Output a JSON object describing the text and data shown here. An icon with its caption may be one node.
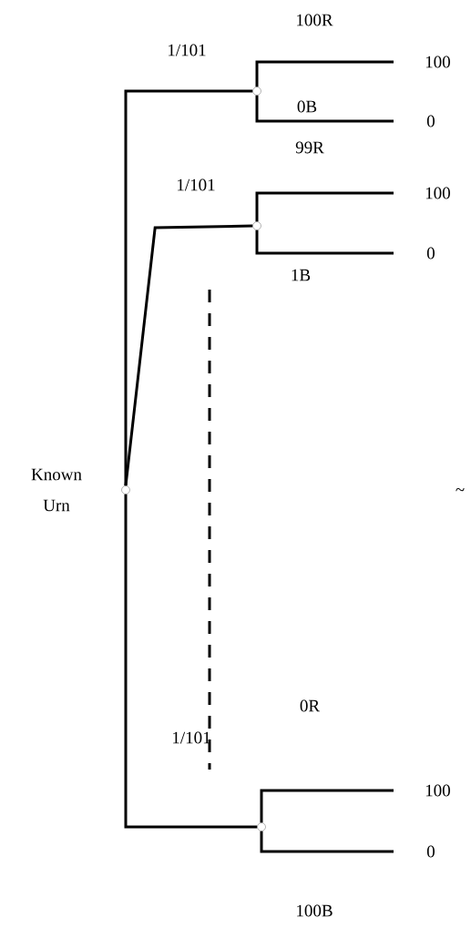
{
  "diagram": {
    "nodes": [
      {
        "text": [],
        "shape": "circle",
        "beside": [
          "Known Urn"
        ]
      },
      {
        "text": [],
        "shape": "circle"
      },
      {
        "text": [
          "100"
        ]
      },
      {
        "text": [
          "0"
        ]
      },
      {
        "text": [],
        "shape": "circle"
      },
      {
        "text": [
          "100"
        ]
      },
      {
        "text": [
          "0"
        ]
      },
      {
        "text": [],
        "shape": "circle"
      },
      {
        "text": [
          "100"
        ]
      },
      {
        "text": [
          "0"
        ]
      }
    ],
    "edges": [
      {
        "from": 0,
        "to": 1,
        "arrow": "none",
        "label": "1/101"
      },
      {
        "from": 1,
        "to": 2,
        "arrow": "none",
        "label": "100R"
      },
      {
        "from": 1,
        "to": 3,
        "arrow": "none",
        "label": "0B"
      },
      {
        "from": 0,
        "to": 4,
        "arrow": "none",
        "label": "1/101"
      },
      {
        "from": 4,
        "to": 5,
        "arrow": "none",
        "label": "99R"
      },
      {
        "from": 4,
        "to": 6,
        "arrow": "none",
        "label": "1B"
      },
      {
        "from": 0,
        "to": 7,
        "arrow": "none",
        "label": "1/101"
      },
      {
        "from": 7,
        "to": 8,
        "arrow": "none",
        "label": "0R"
      },
      {
        "from": 7,
        "to": 9,
        "arrow": "none",
        "label": "100B"
      }
    ],
    "labels": [
      "~"
    ]
  }
}
